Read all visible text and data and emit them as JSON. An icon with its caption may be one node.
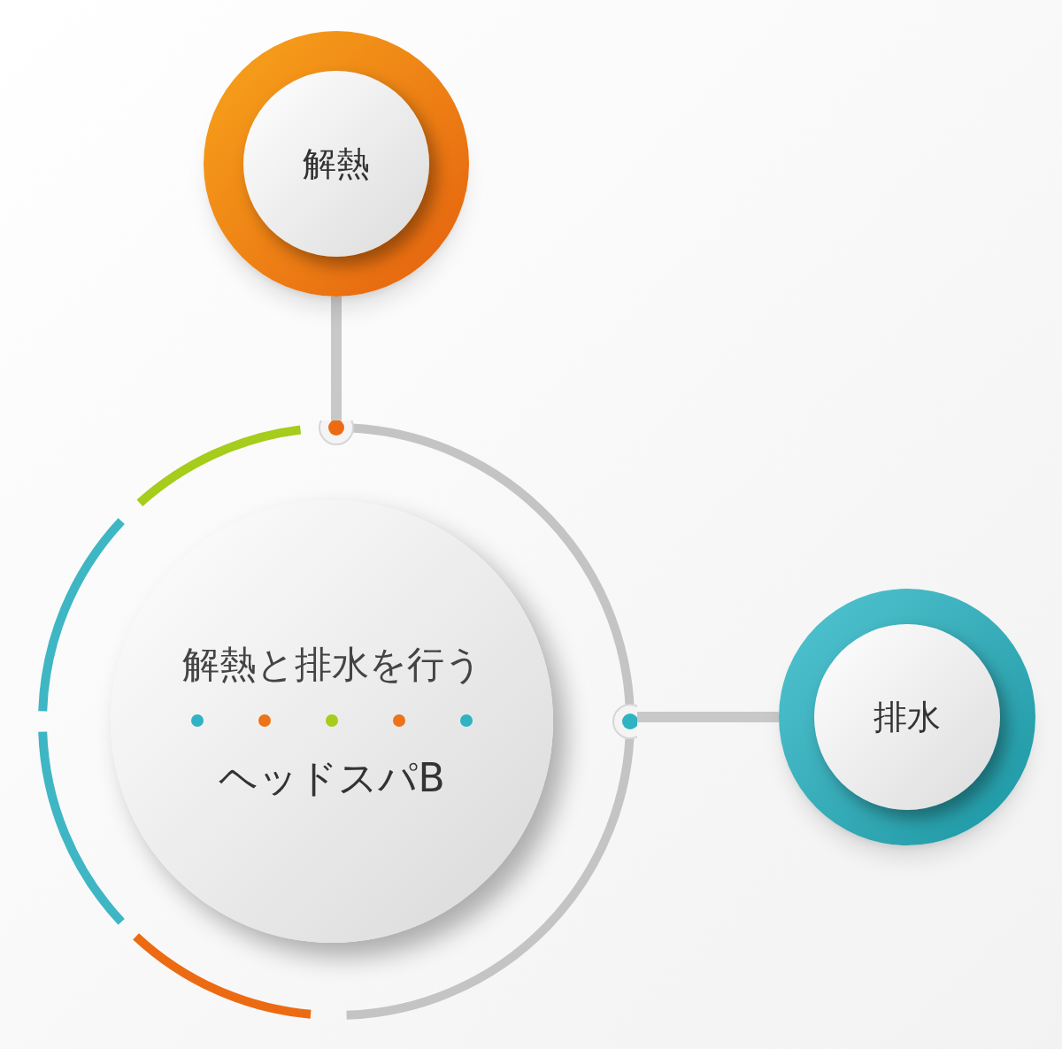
{
  "diagram": {
    "nodes": [
      {
        "text": [
          "解熱"
        ]
      },
      {
        "text": [
          "解熱と排水を行う",
          "ヘッドスパB"
        ]
      },
      {
        "text": [
          "排水"
        ]
      }
    ],
    "edges": [
      {
        "from": 0,
        "to": 1,
        "arrow": "none"
      },
      {
        "from": 2,
        "to": 1,
        "arrow": "none"
      }
    ]
  }
}
